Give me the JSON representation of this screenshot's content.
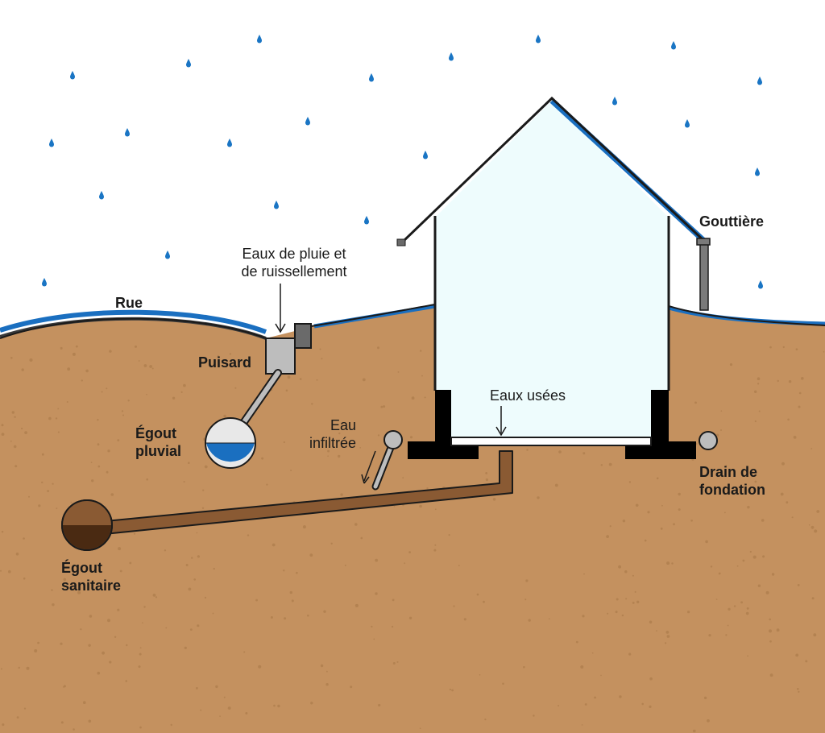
{
  "labels": {
    "rue": "Rue",
    "gouttiere": "Gouttière",
    "eaux_pluie": "Eaux de pluie et",
    "eaux_ruissellement": "de ruissellement",
    "puisard": "Puisard",
    "egout_pluvial_1": "Égout",
    "egout_pluvial_2": "pluvial",
    "eau_infiltree_1": "Eau",
    "eau_infiltree_2": "infiltrée",
    "eaux_usees": "Eaux usées",
    "drain_1": "Drain de",
    "drain_2": "fondation",
    "egout_sanitaire_1": "Égout",
    "egout_sanitaire_2": "sanitaire"
  },
  "colors": {
    "soil": "#c4915f",
    "soil_dots": "#a87848",
    "rain": "#1a75c4",
    "water_blue": "#1a6fc0",
    "pipe_brown": "#8a5a33",
    "sewage": "#4a2a12",
    "house_fill": "#eefcfd",
    "concrete": "#bdbdbd",
    "gutter": "#7a7a7a"
  }
}
